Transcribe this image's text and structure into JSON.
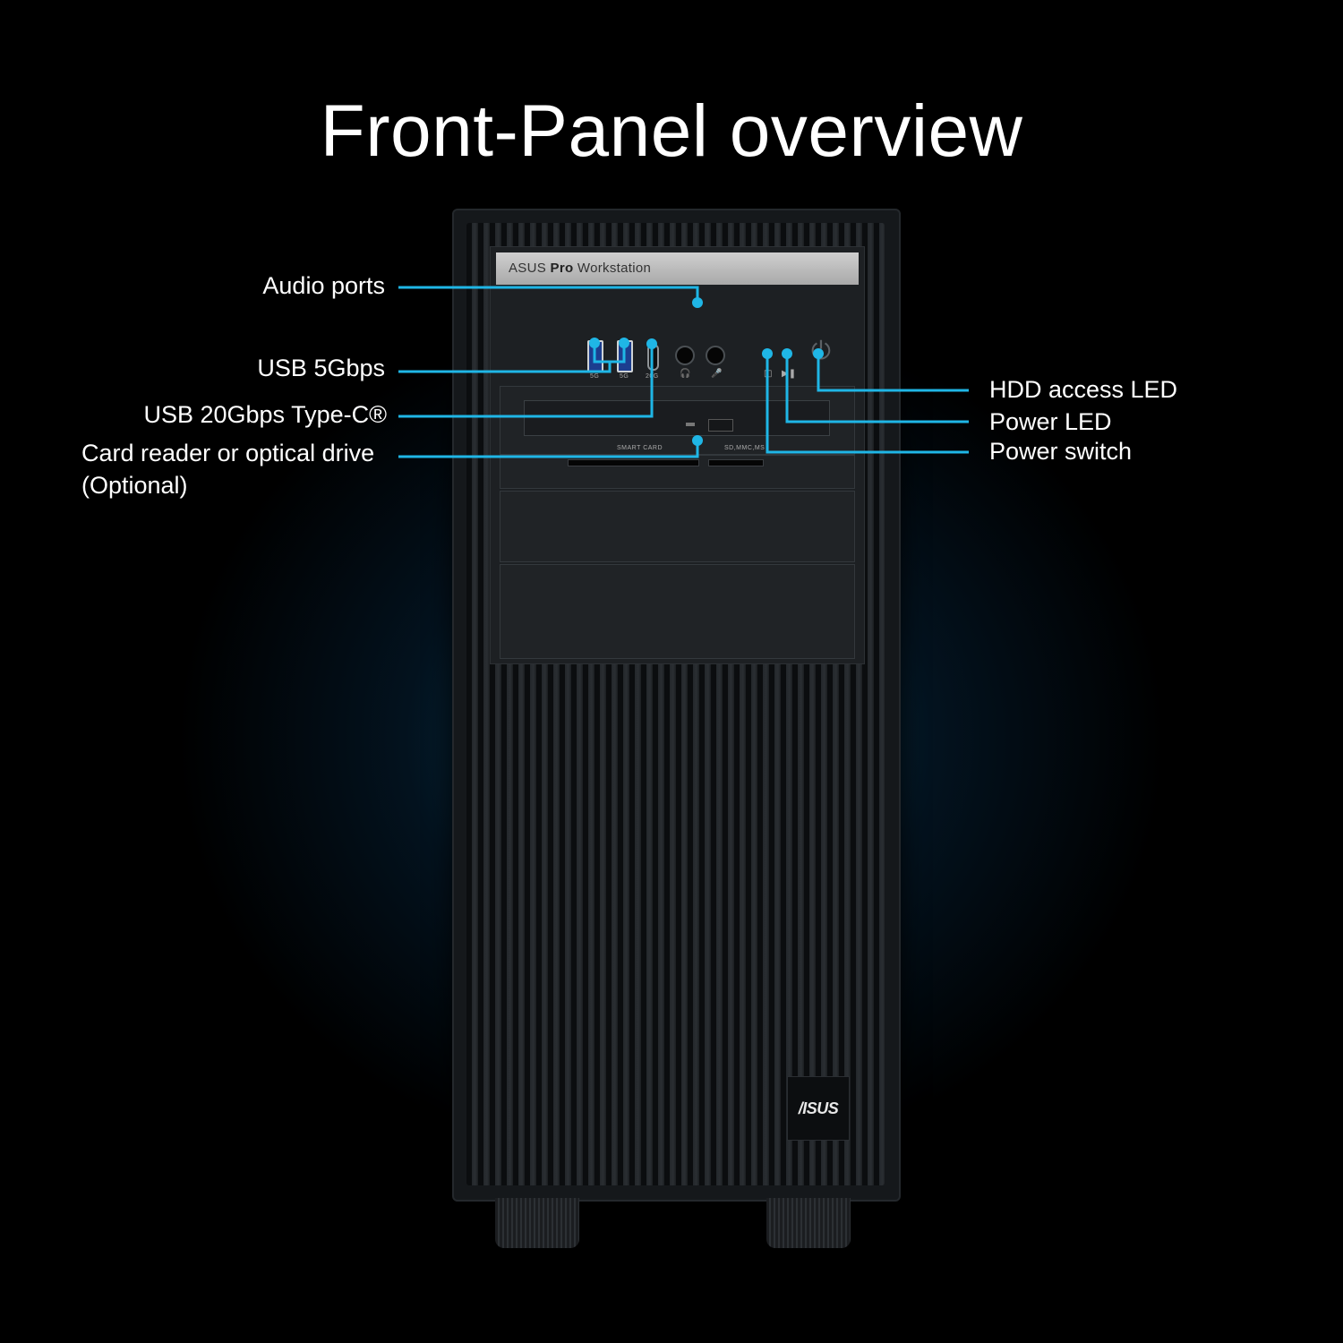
{
  "title": "Front-Panel overview",
  "brand_strip": {
    "brand": "ASUS",
    "product_bold": "Pro",
    "product_rest": "Workstation"
  },
  "panel_marks": {
    "usb_a1": "5G",
    "usb_a2": "5G",
    "usb_c": "20G",
    "smart_card": "SMART CARD",
    "sd_slot": "SD,MMC,MS"
  },
  "logo": "/ISUS",
  "callouts": {
    "audio_ports": "Audio ports",
    "usb_5gbps": "USB 5Gbps",
    "usb_20gbps": "USB 20Gbps Type-C®",
    "card_reader_line1": "Card reader or optical drive",
    "card_reader_line2": "(Optional)",
    "hdd_led": "HDD access LED",
    "power_led": "Power LED",
    "power_switch": "Power switch"
  },
  "colors": {
    "callout_line": "#1fb6e6",
    "background": "#000000",
    "glow": "#1478aa"
  },
  "icons": [
    "power-icon",
    "headphone-icon",
    "microphone-icon",
    "hdd-icon",
    "play-pause-icon"
  ]
}
